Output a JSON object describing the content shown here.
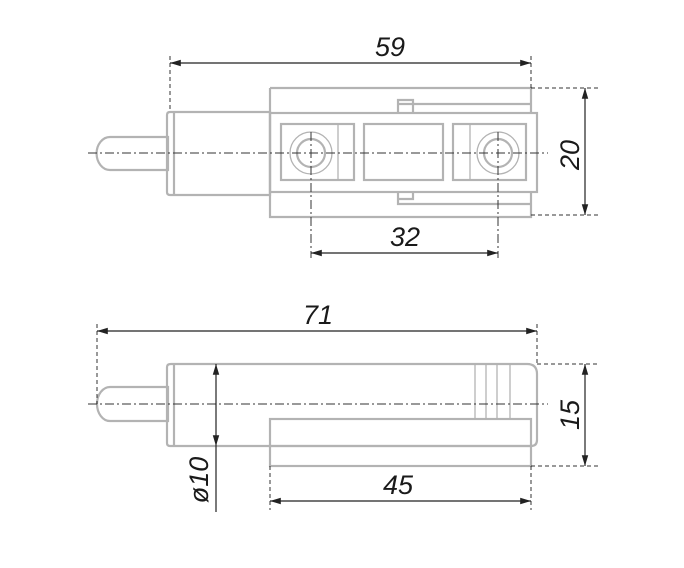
{
  "top_view": {
    "dimensions": {
      "overall_length": "59",
      "height": "20",
      "hole_spacing": "32"
    }
  },
  "side_view": {
    "dimensions": {
      "overall_length": "71",
      "height": "15",
      "diameter": "ø10",
      "base_length": "45"
    }
  },
  "colors": {
    "part_outline": "#b3b3b3",
    "dimension_lines": "#222222"
  }
}
